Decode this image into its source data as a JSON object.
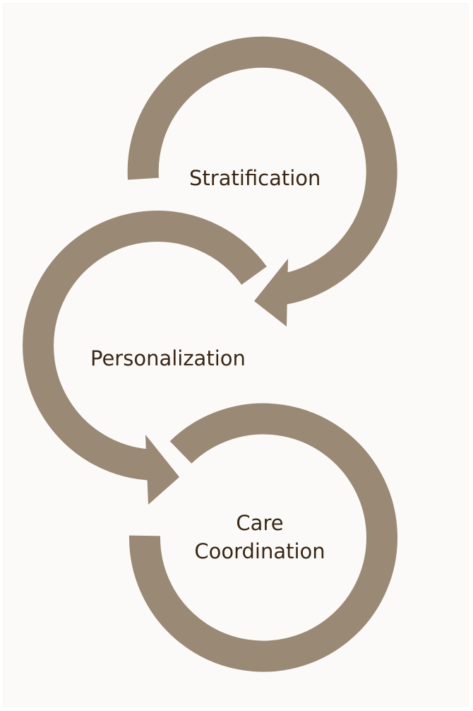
{
  "colors": {
    "background": "#fbfaf8",
    "arrow": "#9a8974",
    "text": "#3a2716"
  },
  "stages": [
    {
      "label": "Stratification",
      "icon": "circular-arrow-icon"
    },
    {
      "label": "Personalization",
      "icon": "circular-arrow-icon"
    },
    {
      "label_line1": "Care",
      "label_line2": "Coordination",
      "icon": "circular-arrow-icon"
    }
  ]
}
